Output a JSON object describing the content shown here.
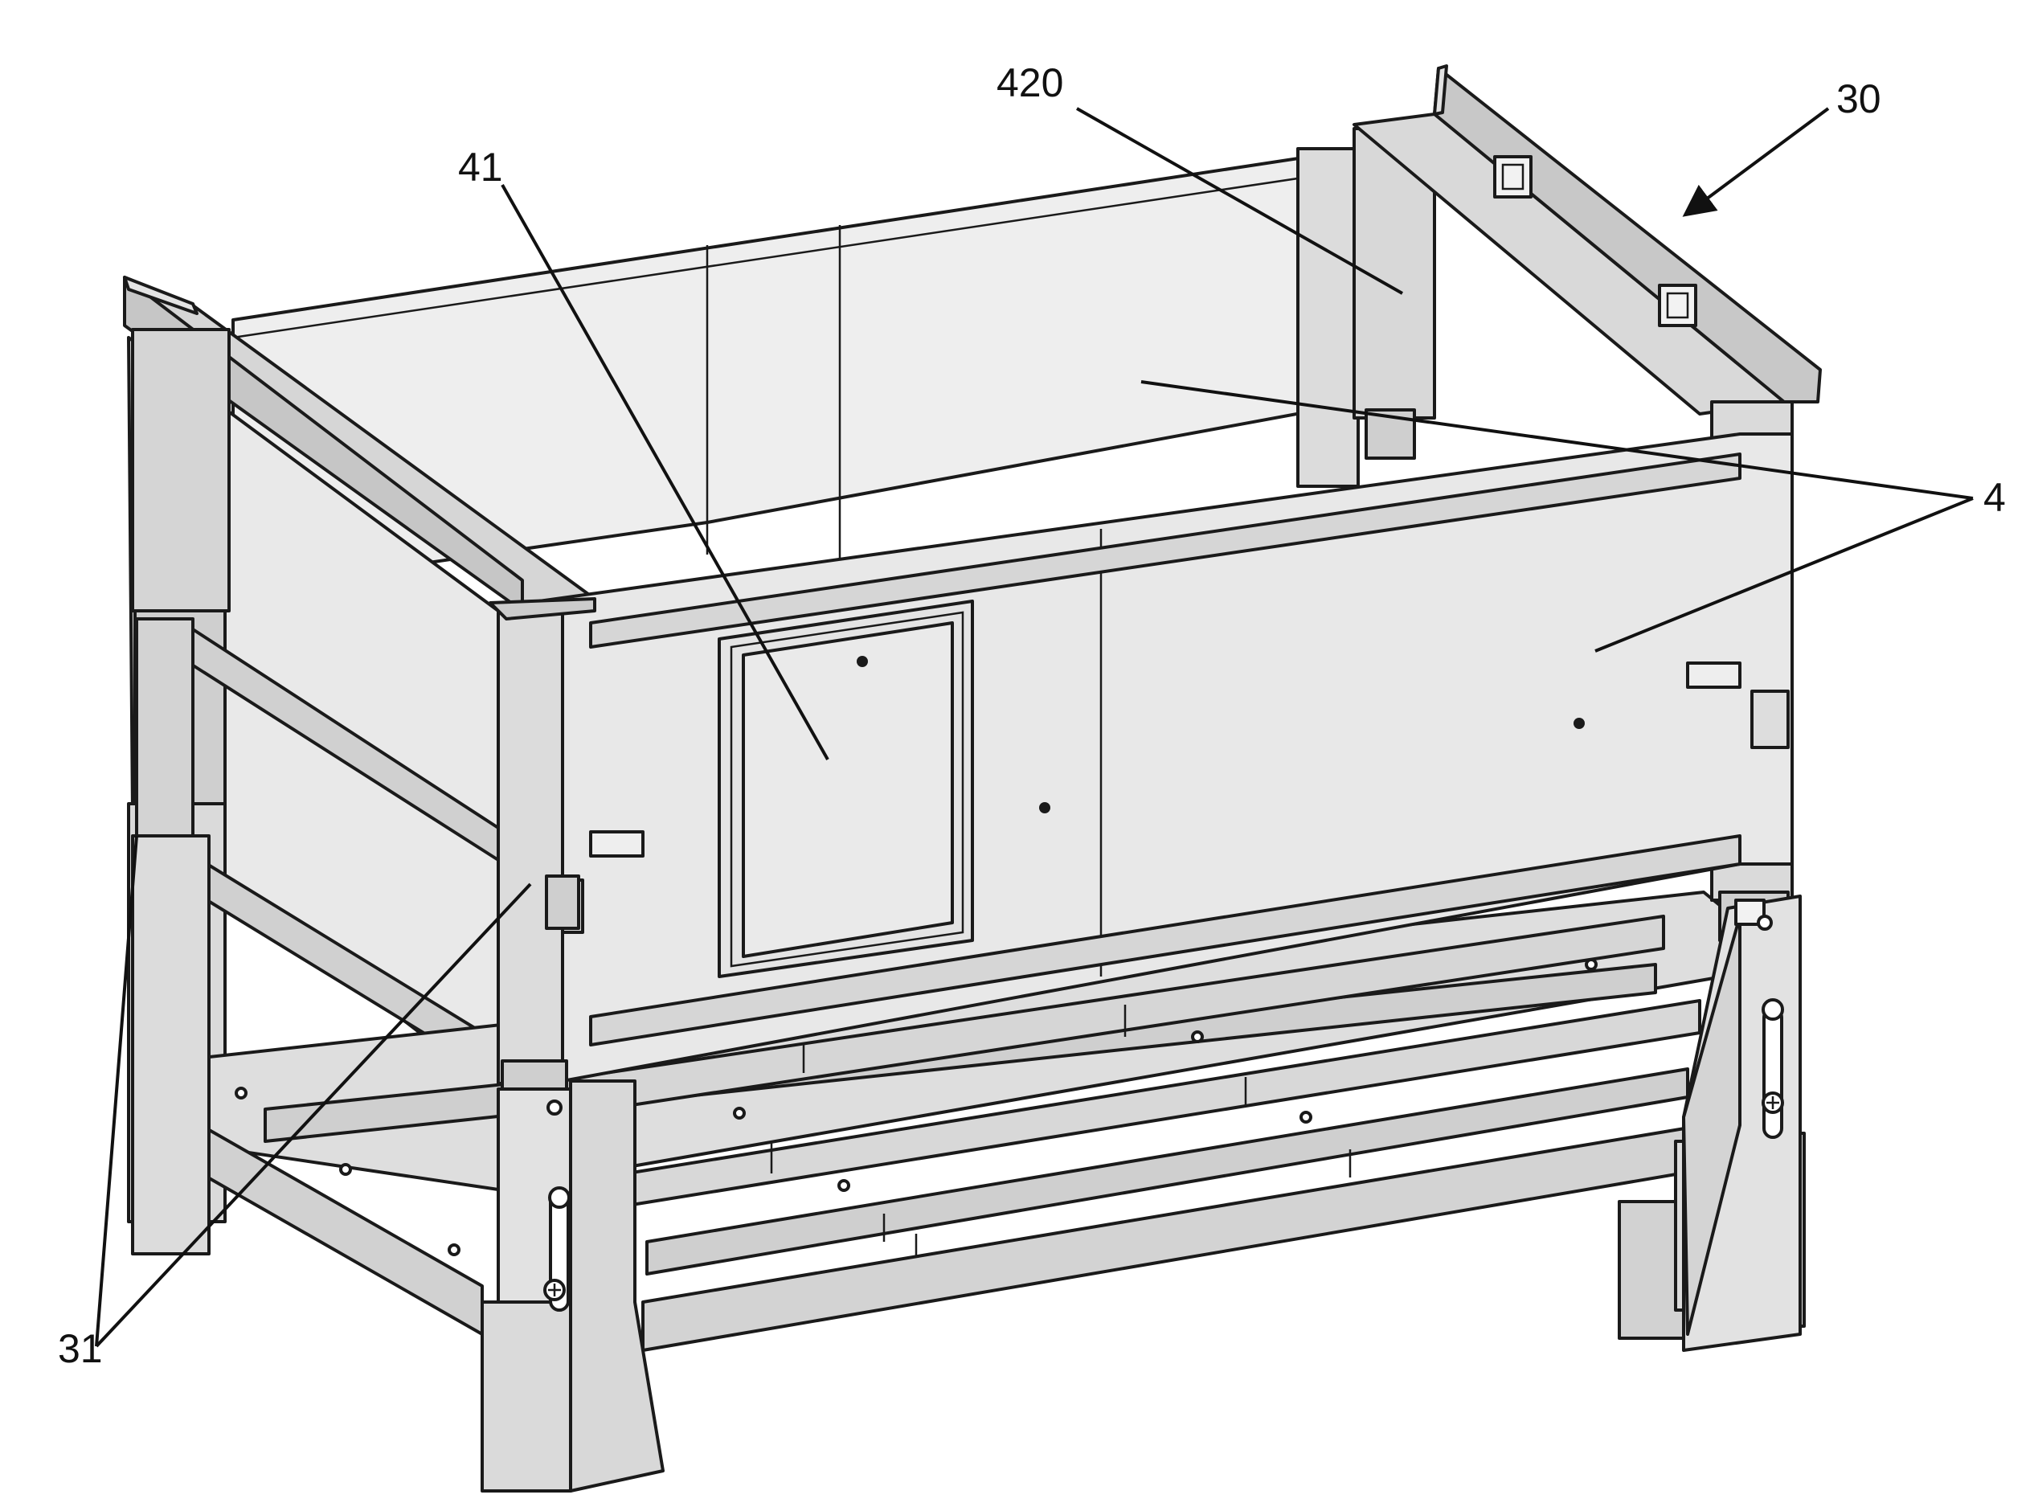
{
  "figure": {
    "colors": {
      "background": "#ffffff",
      "panel": "#e6e6e6",
      "panel_light": "#f0f0f0",
      "frame": "#d2d2d2",
      "frame_dark": "#b8b8b8",
      "line": "#1a1a1a"
    },
    "labels": {
      "l420": "420",
      "l41": "41",
      "l30": "30",
      "l4": "4",
      "l31": "31"
    }
  }
}
